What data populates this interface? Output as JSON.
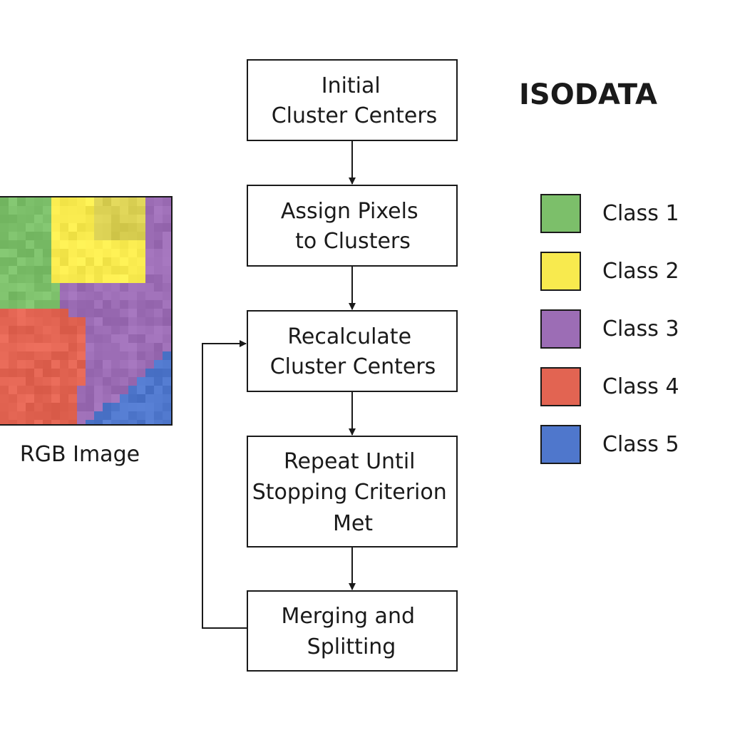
{
  "title": "ISODATA",
  "image_caption": "RGB Image",
  "steps": [
    {
      "lines": [
        "Initial",
        "Cluster Centers"
      ]
    },
    {
      "lines": [
        "Assign Pixels",
        "to Clusters"
      ]
    },
    {
      "lines": [
        "Recalculate",
        "Cluster Centers"
      ]
    },
    {
      "lines": [
        "Repeat Until",
        "Stopping Criterion",
        "Met"
      ]
    },
    {
      "lines": [
        "Merging and",
        "Splitting"
      ]
    }
  ],
  "legend": [
    {
      "label": "Class 1",
      "color": "#7cbf6a"
    },
    {
      "label": "Class 2",
      "color": "#f8ea4e"
    },
    {
      "label": "Class 3",
      "color": "#9c6db5"
    },
    {
      "label": "Class 4",
      "color": "#e26452"
    },
    {
      "label": "Class 5",
      "color": "#4f77cc"
    }
  ]
}
